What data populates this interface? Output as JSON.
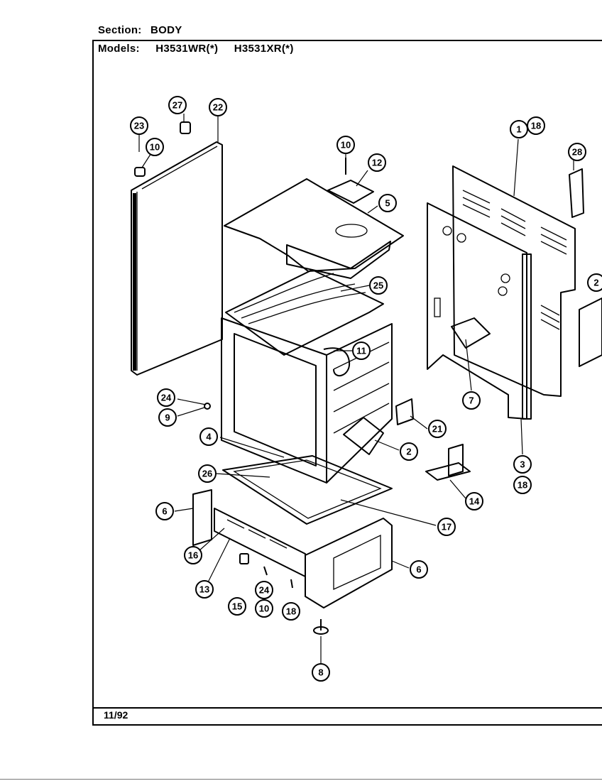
{
  "header": {
    "section_label": "Section:",
    "section_value": "BODY",
    "models_label": "Models:",
    "model_1": "H3531WR(*)",
    "model_2": "H3531XR(*)"
  },
  "footer": {
    "date": "11/92"
  },
  "callouts": [
    "27",
    "22",
    "23",
    "10",
    "10",
    "12",
    "5",
    "1",
    "18",
    "28",
    "25",
    "11",
    "24",
    "9",
    "7",
    "21",
    "4",
    "2",
    "26",
    "3",
    "18",
    "14",
    "6",
    "17",
    "16",
    "6",
    "13",
    "24",
    "15",
    "10",
    "18",
    "8",
    "2"
  ]
}
